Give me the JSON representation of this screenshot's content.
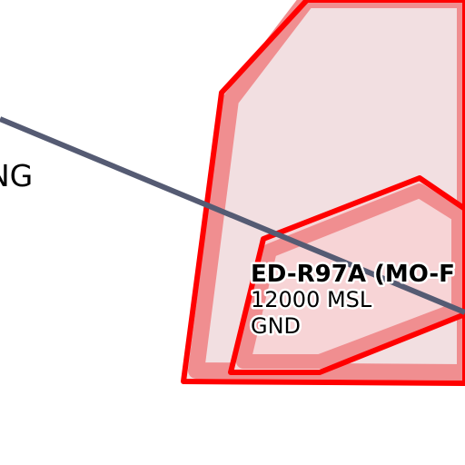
{
  "map": {
    "colors": {
      "background": "#ffffff",
      "airspace_outline": "#ff0000",
      "airspace_fill": "#f2dfe1",
      "inner_band": "#f08e90",
      "inner_fill": "#f7d4d6",
      "route_line": "#555b73",
      "text": "#000000"
    },
    "partial_label": {
      "text": "NG"
    },
    "airspace": {
      "name": "ED-R97A (MO-F",
      "upper_limit": "12000 MSL",
      "lower_limit": "GND"
    }
  }
}
